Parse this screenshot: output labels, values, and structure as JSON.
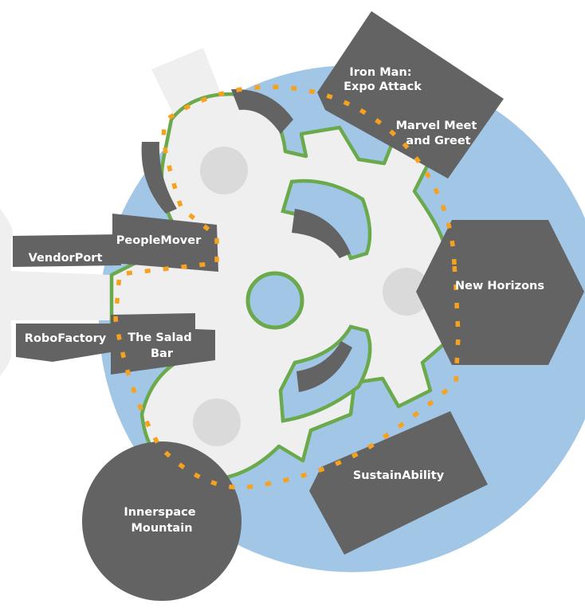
{
  "map": {
    "colors": {
      "water": "#a2c6e6",
      "walkway": "#efefef",
      "building": "#636363",
      "hub": "#dadada",
      "green_outline": "#6aaa4c",
      "peoplemover_track": "#f6a21e",
      "label": "#ffffff"
    },
    "attractions": {
      "iron_man": [
        "Iron Man:",
        "Expo Attack"
      ],
      "marvel": [
        "Marvel Meet",
        "and Greet"
      ],
      "new_horizons": [
        "New Horizons"
      ],
      "sustainability": [
        "SustainAbility"
      ],
      "innerspace": [
        "Innerspace",
        "Mountain"
      ],
      "salad_bar": [
        "The Salad",
        "Bar"
      ],
      "robofactory": [
        "RoboFactory"
      ],
      "vendorport": [
        "VendorPort"
      ],
      "peoplemover": [
        "PeopleMover"
      ]
    }
  }
}
